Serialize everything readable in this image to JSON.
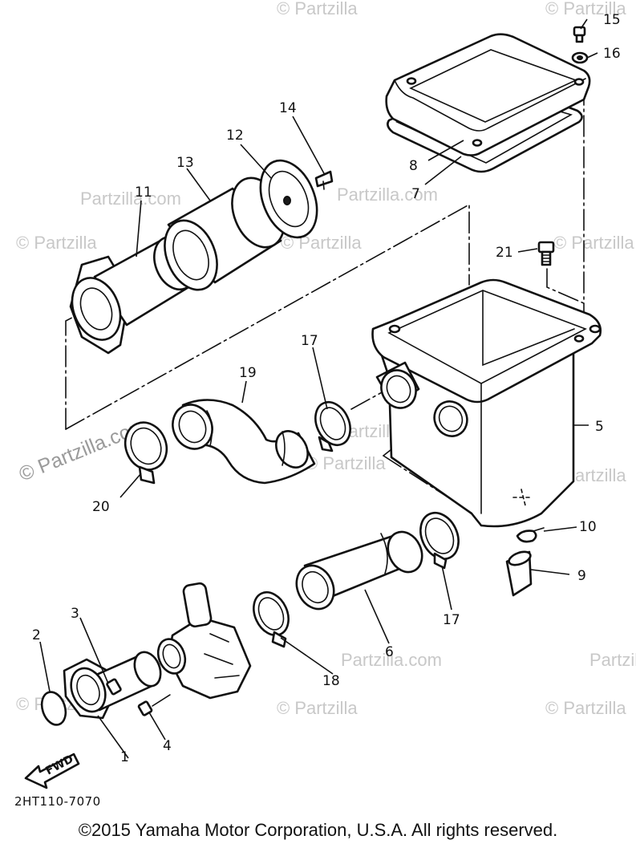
{
  "watermarks": {
    "brand": "© Partzilla",
    "brand_site": "© Partzilla.com",
    "site": "Partzilla.com"
  },
  "callouts": {
    "p1": "1",
    "p2": "2",
    "p3": "3",
    "p4": "4",
    "p5": "5",
    "p6": "6",
    "p7": "7",
    "p8": "8",
    "p9": "9",
    "p10": "10",
    "p11": "11",
    "p12": "12",
    "p13": "13",
    "p14": "14",
    "p15": "15",
    "p16": "16",
    "p17a": "17",
    "p17b": "17",
    "p18": "18",
    "p19": "19",
    "p20": "20",
    "p21": "21"
  },
  "fwd_label": "FWD",
  "diagram_code": "2HT110-7070",
  "copyright": "©2015 Yamaha Motor Corporation, U.S.A. All rights reserved."
}
